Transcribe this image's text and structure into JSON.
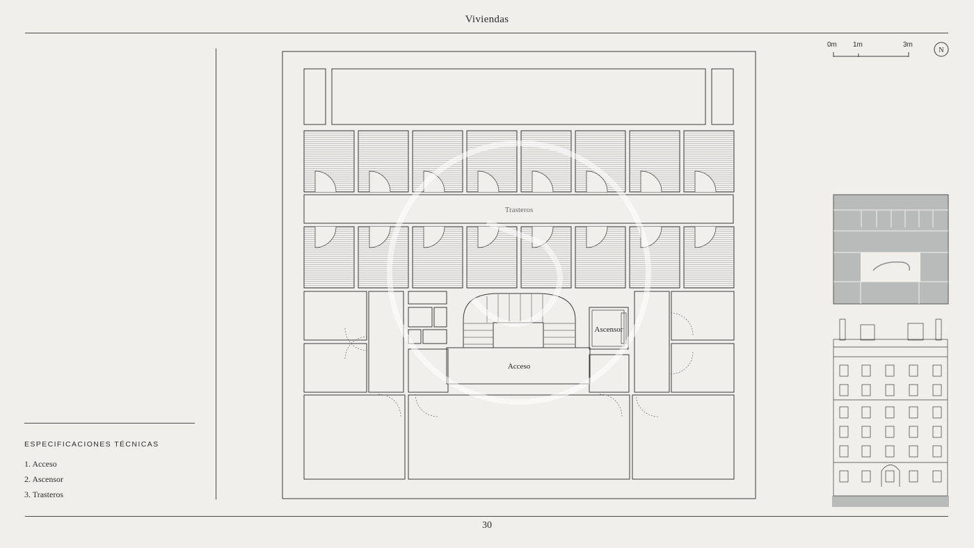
{
  "header": {
    "title": "Viviendas"
  },
  "footer": {
    "page_number": "30"
  },
  "specs": {
    "heading": "ESPECIFICACIONES TÉCNICAS",
    "items": [
      "1. Acceso",
      "2. Ascensor",
      "3. Trasteros"
    ]
  },
  "scale": {
    "labels": [
      "0m",
      "1m",
      "3m"
    ]
  },
  "compass": {
    "label": "N"
  },
  "plan": {
    "labels": {
      "trasteros": "Trasteros",
      "ascensor": "Ascensor",
      "acceso": "Acceso"
    }
  },
  "colors": {
    "background": "#f1efeb",
    "line": "#3a3a3a",
    "minimap": "#b9bbbb",
    "accent_text": "#2b2b2b"
  }
}
